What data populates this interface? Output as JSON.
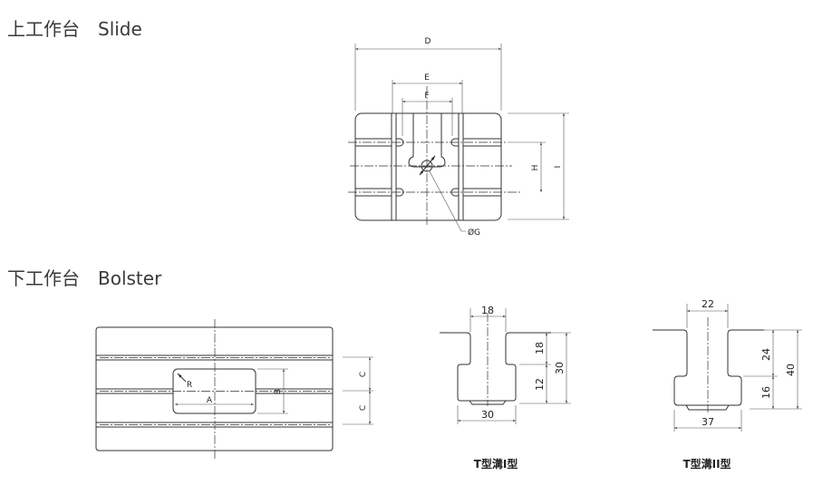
{
  "slide_section": {
    "title": "上工作台　Slide",
    "labels": {
      "D": "D",
      "E": "E",
      "F": "F",
      "H": "H",
      "I": "I",
      "G": "ØG"
    }
  },
  "bolster_section": {
    "title": "下工作台　Bolster",
    "labels": {
      "R": "R",
      "A": "A",
      "B": "B",
      "C1": "C",
      "C2": "C"
    }
  },
  "tslot_1": {
    "caption": "T型溝I型",
    "neck_width": "18",
    "base_width": "30",
    "neck_depth": "18",
    "head_depth": "12",
    "total_depth": "30"
  },
  "tslot_2": {
    "caption": "T型溝II型",
    "neck_width": "22",
    "base_width": "37",
    "neck_depth": "24",
    "head_depth": "16",
    "total_depth": "40"
  }
}
